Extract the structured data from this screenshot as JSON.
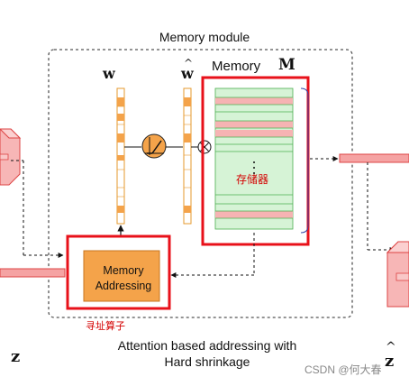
{
  "diagram": {
    "title": "Memory module",
    "memory_label": "Memory",
    "memory_symbol": "M",
    "attention_weight_label": "w",
    "shrunk_weight_label": "w",
    "hat_mark": "^",
    "memory_chinese_label": "存储器",
    "addressing_label": "Memory Addressing",
    "operator_label": "寻址算子",
    "caption": "Attention based addressing with Hard shrinkage",
    "input_label": "z",
    "output_label": "z",
    "watermark": "CSDN @何大春"
  },
  "colors": {
    "orange_fill": "#f4a34a",
    "orange_stroke": "#e69a2e",
    "highlight_red": "#e8111a",
    "memory_green": "#d6f3d6",
    "memory_pink": "#f6b3b3",
    "bar_pink": "#f5a3a3",
    "dashed_gray": "#555555"
  },
  "icons": [
    "shrinkage-function-icon",
    "multiply-operator-icon",
    "bracket-icon"
  ]
}
